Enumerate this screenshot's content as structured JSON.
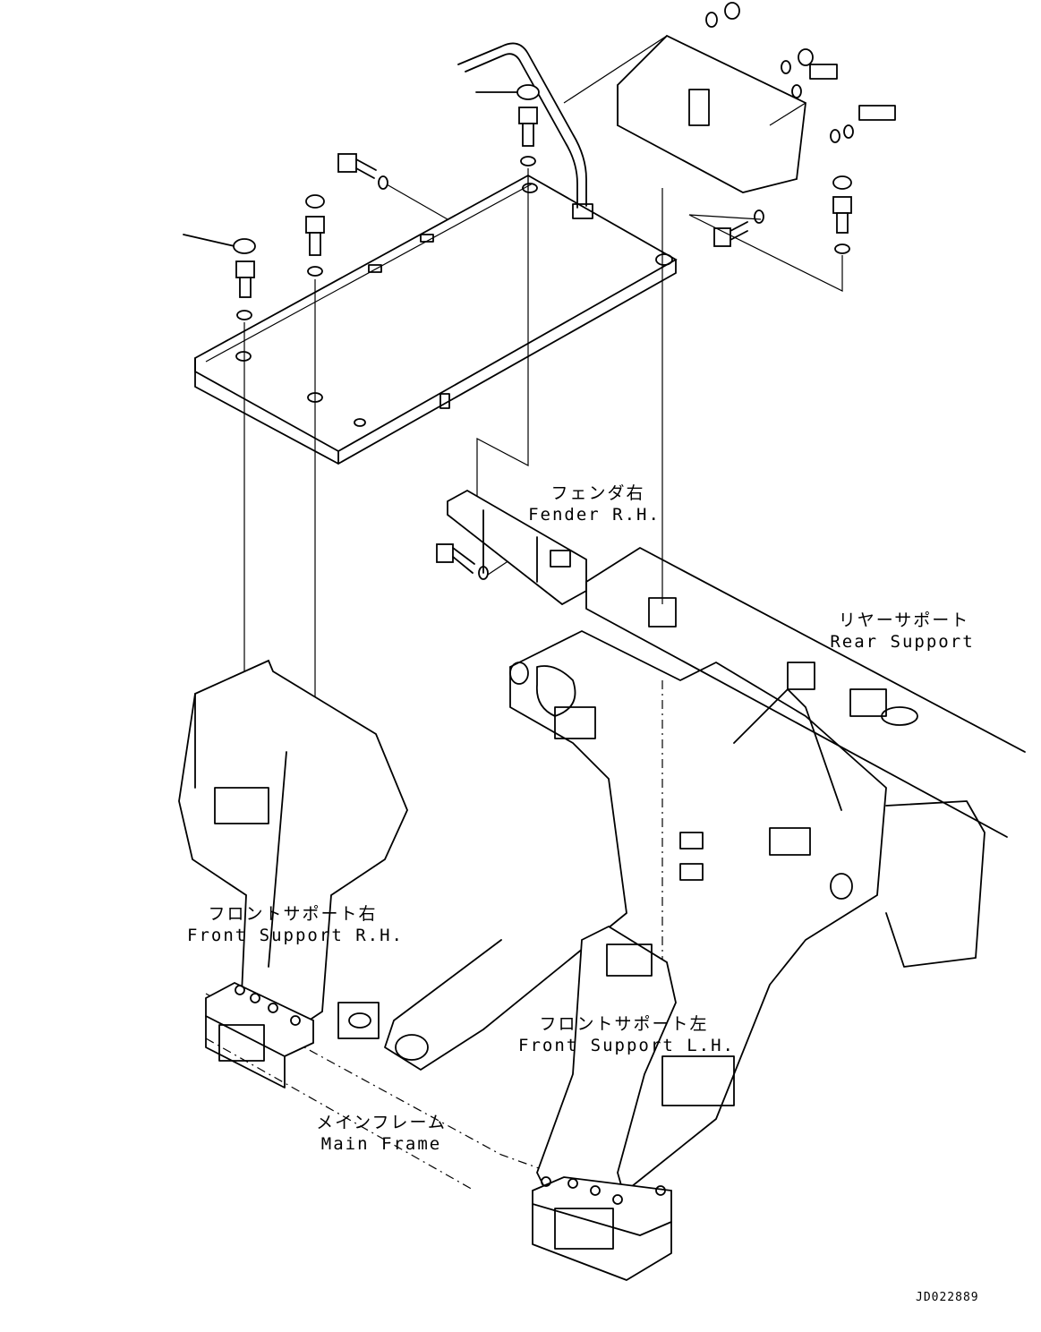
{
  "labels": {
    "fender_rh_jp": "フェンダ右",
    "fender_rh_en": "Fender R.H.",
    "rear_support_jp": "リヤーサポート",
    "rear_support_en": "Rear Support",
    "front_support_rh_jp": "フロントサポート右",
    "front_support_rh_en": "Front Support R.H.",
    "front_support_lh_jp": "フロントサポート左",
    "front_support_lh_en": "Front Support L.H.",
    "main_frame_jp": "メインフレーム",
    "main_frame_en": "Main Frame"
  },
  "reference_code": "JD022889"
}
